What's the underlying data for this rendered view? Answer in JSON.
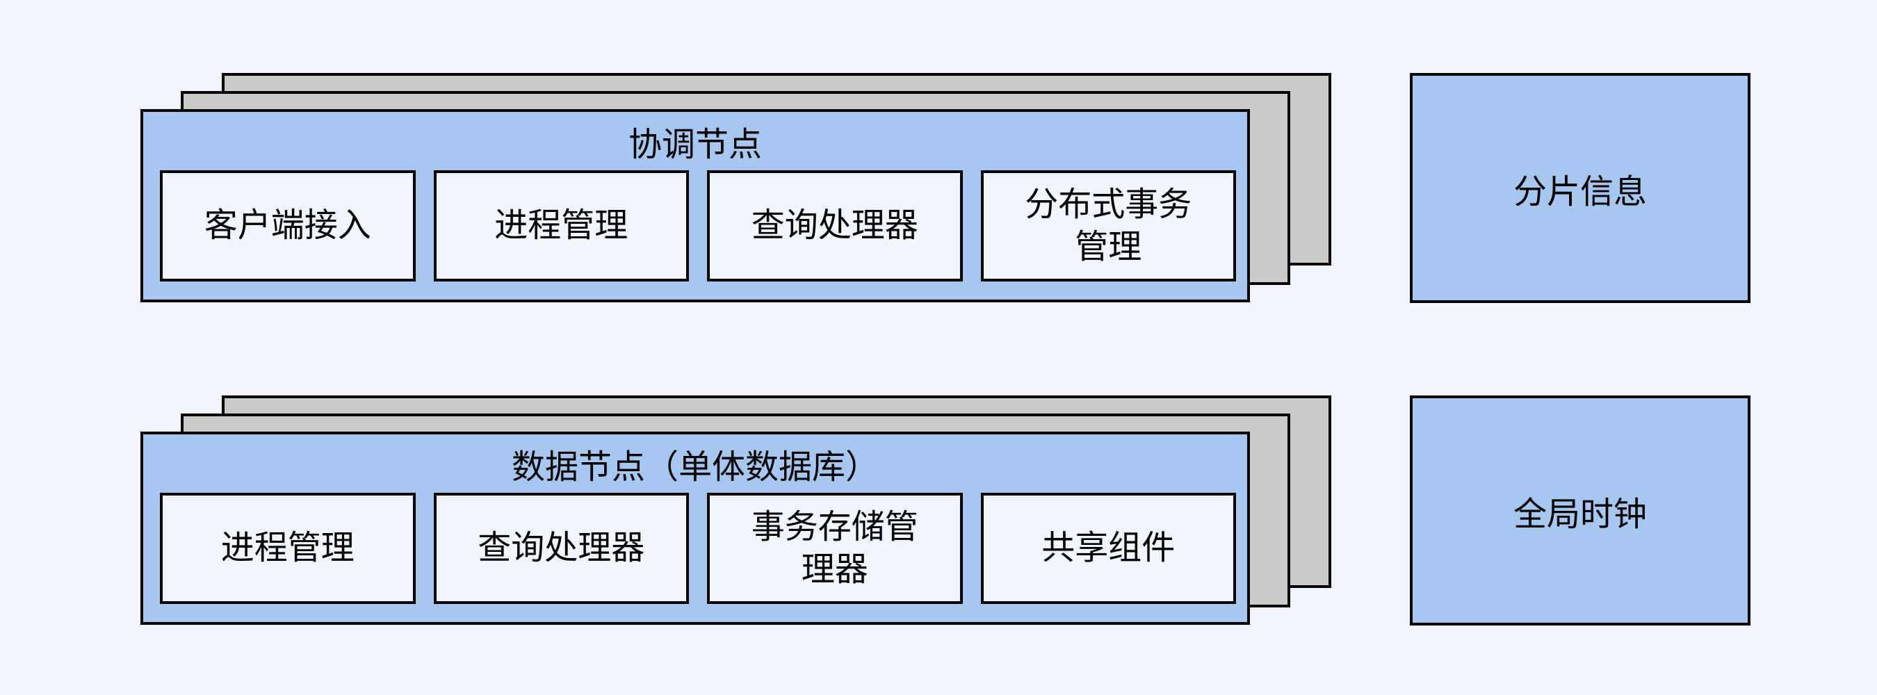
{
  "colors": {
    "background": "#f1f5fd",
    "node_fill": "#a6c8f0",
    "stack_fill": "#cbcbcb",
    "module_fill": "#f1f5fd",
    "border": "#000000",
    "text": "#000000"
  },
  "coordinator_node": {
    "title": "协调节点",
    "modules": [
      "客户端接入",
      "进程管理",
      "查询处理器",
      "分布式事务\n管理"
    ]
  },
  "data_node": {
    "title": "数据节点（单体数据库）",
    "modules": [
      "进程管理",
      "查询处理器",
      "事务存储管\n理器",
      "共享组件"
    ]
  },
  "side_boxes": {
    "shard_info": "分片信息",
    "global_clock": "全局时钟"
  }
}
